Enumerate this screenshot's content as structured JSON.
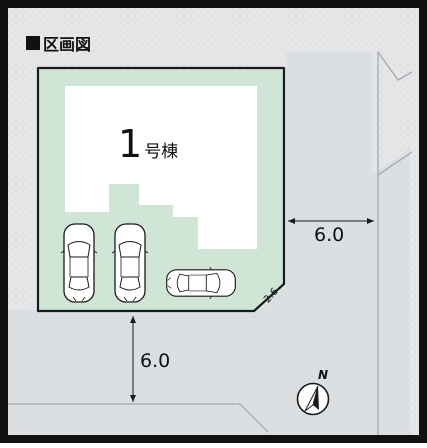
{
  "title": "区画図",
  "building": {
    "number": "1",
    "suffix": "号棟"
  },
  "dimensions": {
    "east_road": "6.0",
    "south_road": "6.0",
    "corner_cut": "2.6"
  },
  "compass": {
    "north_label": "N"
  },
  "colors": {
    "lot_fill": "#cfe5d6",
    "lot_border": "#1a1a1a",
    "road_fill": "#e4e6e8",
    "frame": "#111111"
  },
  "icons": [
    "car-icon",
    "north-arrow-icon"
  ]
}
